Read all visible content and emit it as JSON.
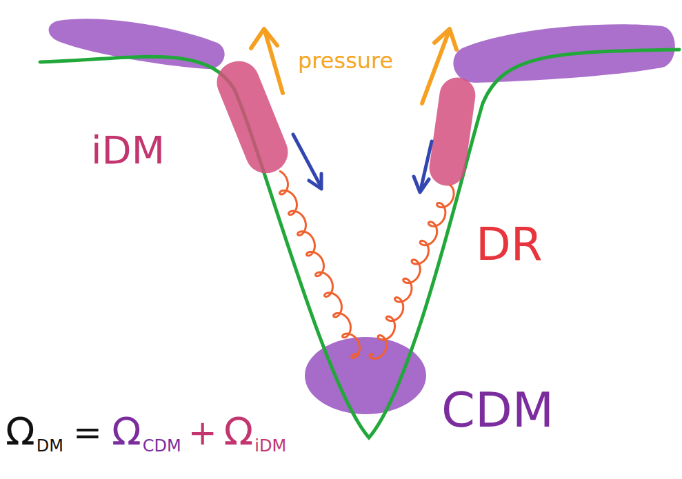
{
  "diagram": {
    "labels": [
      "iDM",
      "pressure",
      "DR",
      "CDM",
      "Ω",
      "DM",
      "=",
      "Ω",
      "CDM",
      "+",
      "Ω",
      "iDM"
    ]
  }
}
